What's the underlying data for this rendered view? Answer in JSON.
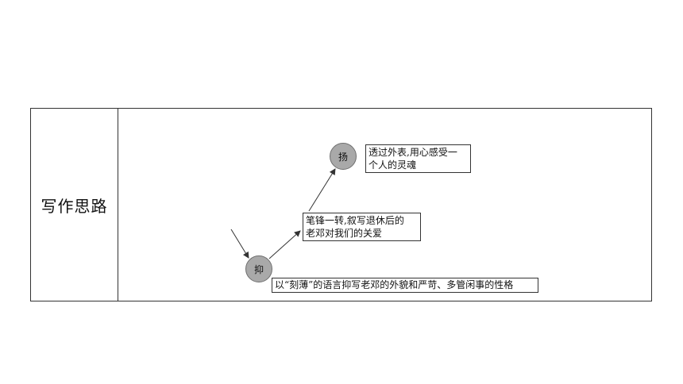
{
  "row_label": "写作思路",
  "nodes": {
    "yang": "扬",
    "yi": "抑"
  },
  "boxes": {
    "top": [
      "透过外表,用心感受一",
      "个人的灵魂"
    ],
    "middle": [
      "笔锋一转,叙写退休后的",
      "老邓对我们的关爱"
    ],
    "bottom": [
      "以“刻薄”的语言抑写老邓的外貌和严苛、多管闲事的性格"
    ]
  },
  "colors": {
    "node_fill": "#a9a9a9",
    "border": "#333333"
  }
}
